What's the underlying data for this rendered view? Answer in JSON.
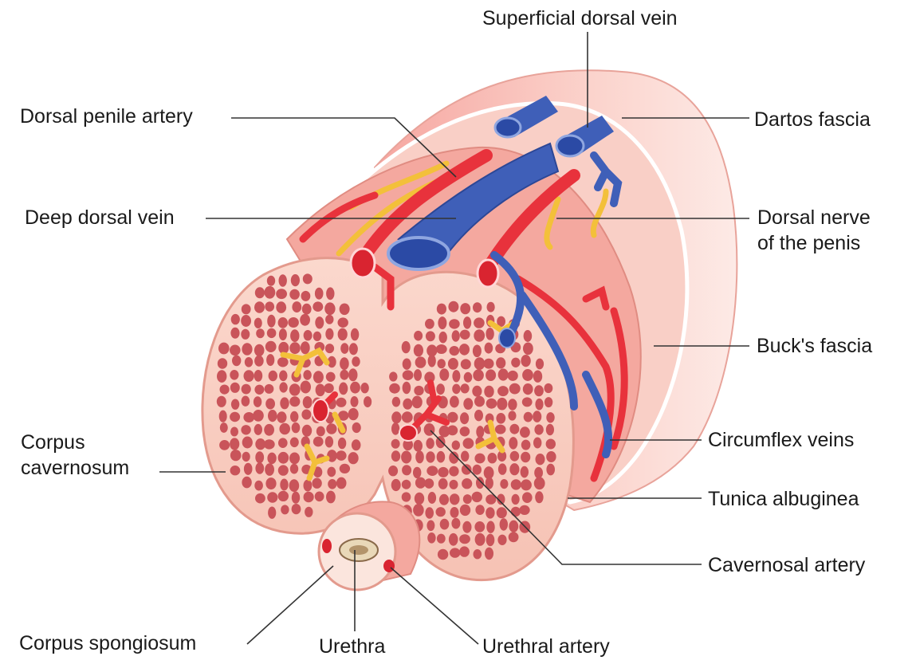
{
  "labels": {
    "superficial_dorsal_vein": "Superficial dorsal vein",
    "dorsal_penile_artery": "Dorsal penile artery",
    "dartos_fascia": "Dartos fascia",
    "deep_dorsal_vein": "Deep dorsal vein",
    "dorsal_nerve_line1": "Dorsal nerve",
    "dorsal_nerve_line2": "of the penis",
    "bucks_fascia": "Buck's fascia",
    "corpus_cavernosum_line1": "Corpus",
    "corpus_cavernosum_line2": "cavernosum",
    "circumflex_veins": "Circumflex veins",
    "tunica_albuginea": "Tunica albuginea",
    "cavernosal_artery": "Cavernosal artery",
    "corpus_spongiosum": "Corpus spongiosum",
    "urethra": "Urethra",
    "urethral_artery": "Urethral artery"
  },
  "colors": {
    "artery": "#e8323c",
    "vein": "#3f5fb8",
    "nerve": "#f3c03a",
    "tissue": "#f7c3b3",
    "sinusoid": "#c9545a",
    "fascia": "#fbe0d8",
    "leader_line": "#333333"
  }
}
